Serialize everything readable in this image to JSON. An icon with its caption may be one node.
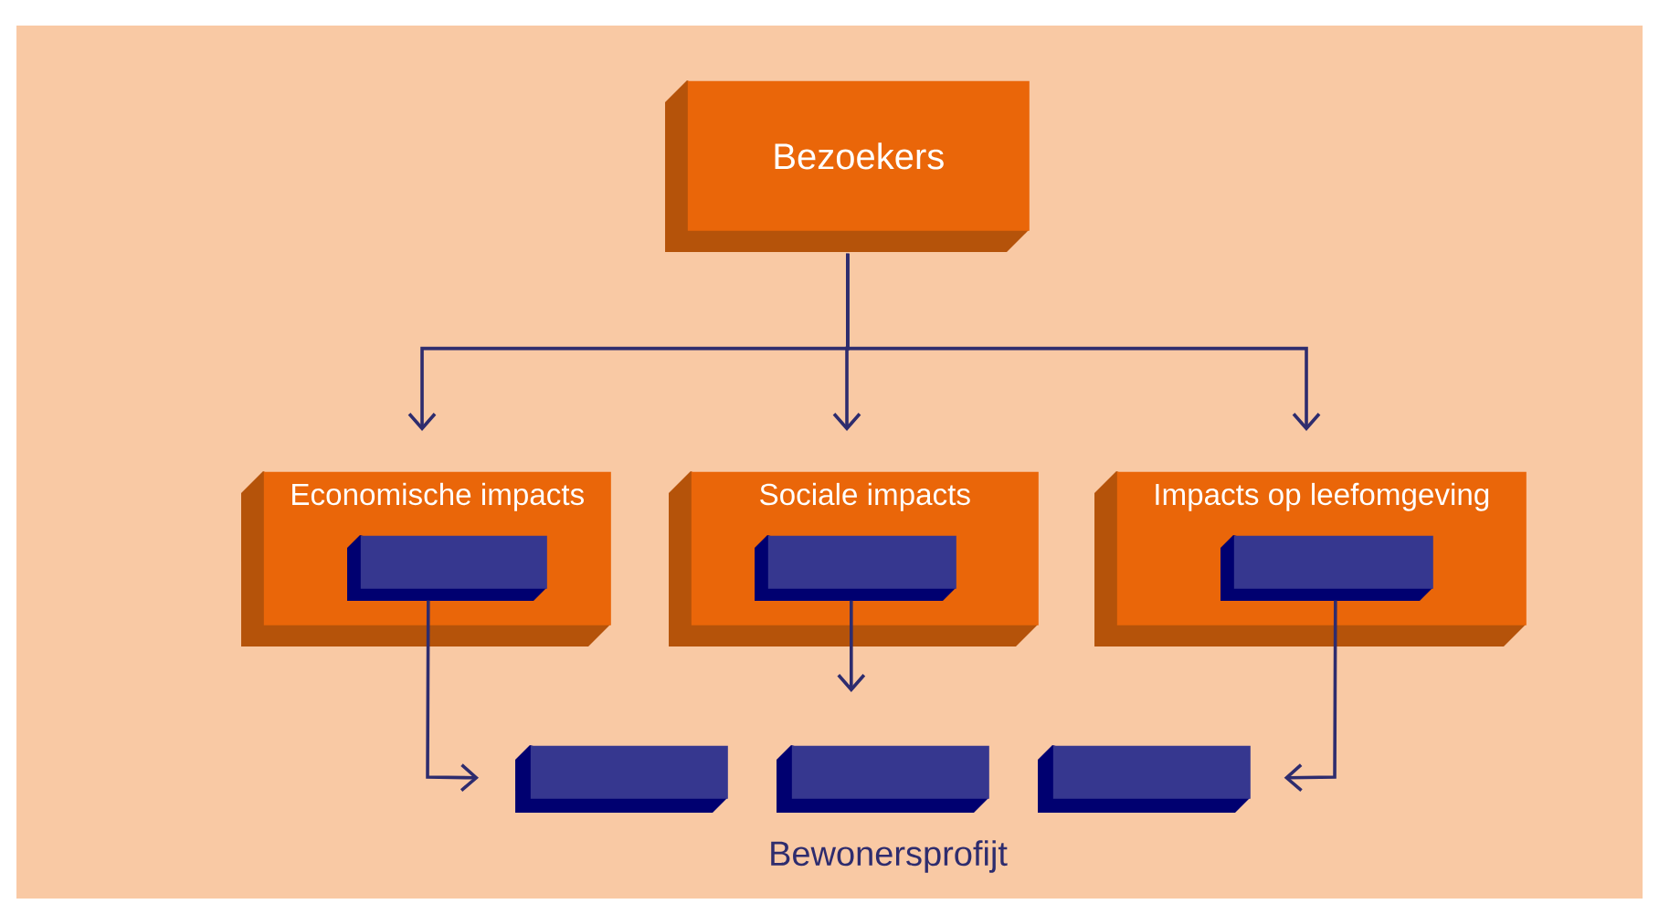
{
  "diagram": {
    "nodes": [
      {
        "text": [
          "Bezoekers"
        ]
      },
      {
        "text": [
          "Economische impacts"
        ]
      },
      {
        "text": [],
        "shape": "box",
        "in": 1
      },
      {
        "text": [
          "Sociale impacts"
        ]
      },
      {
        "text": [],
        "shape": "box",
        "in": 3
      },
      {
        "text": [
          "Impacts op leefomgeving"
        ]
      },
      {
        "text": [],
        "shape": "box",
        "in": 5
      },
      {
        "text": [],
        "shape": "box"
      },
      {
        "text": [],
        "shape": "box"
      },
      {
        "text": [],
        "shape": "box"
      }
    ],
    "edges": [
      {
        "from": 0,
        "to": 1,
        "arrow": "to"
      },
      {
        "from": 0,
        "to": 3,
        "arrow": "to"
      },
      {
        "from": 0,
        "to": 5,
        "arrow": "to"
      },
      {
        "from": 2,
        "to": 7,
        "arrow": "to"
      },
      {
        "from": 4,
        "to": 8,
        "arrow": "to"
      },
      {
        "from": 6,
        "to": 9,
        "arrow": "to"
      }
    ],
    "labels": [
      "Bewonersprofijt"
    ]
  }
}
